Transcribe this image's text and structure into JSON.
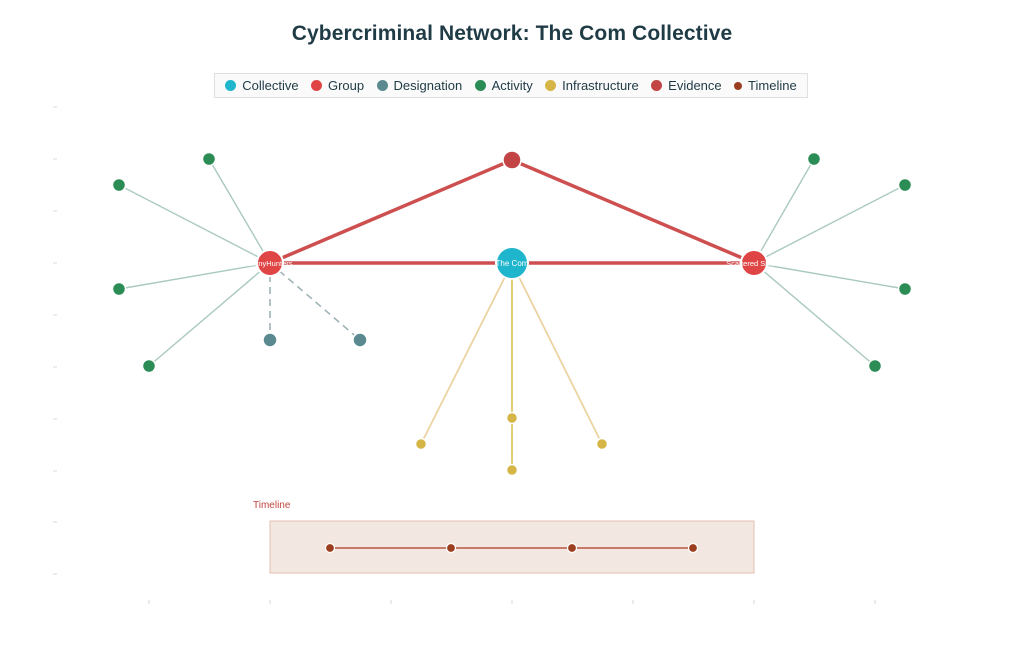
{
  "title": "Cybercriminal Network: The Com Collective",
  "legend": [
    {
      "label": "Collective",
      "color": "#1fb5cc"
    },
    {
      "label": "Group",
      "color": "#e04545"
    },
    {
      "label": "Designation",
      "color": "#5a8a90"
    },
    {
      "label": "Activity",
      "color": "#2b8c55"
    },
    {
      "label": "Infrastructure",
      "color": "#d4b545"
    },
    {
      "label": "Evidence",
      "color": "#c24444"
    },
    {
      "label": "Timeline",
      "color": "#9b3f20"
    }
  ],
  "timeline_label": "Timeline",
  "nodes": {
    "com": {
      "label": "The Com",
      "category": "Collective"
    },
    "shiny": {
      "label": "ShinyHunters",
      "category": "Group"
    },
    "scattered": {
      "label": "Scattered Spider",
      "category": "Group"
    },
    "top": {
      "label": "",
      "category": "Evidence"
    }
  }
}
